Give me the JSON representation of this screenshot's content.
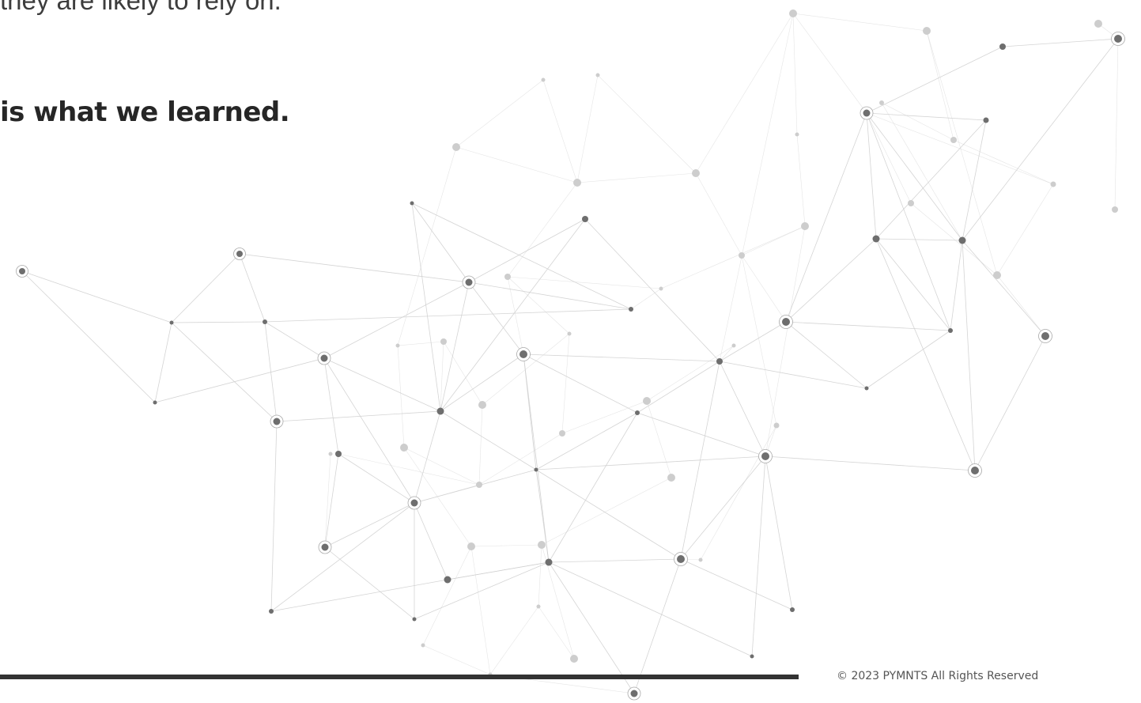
{
  "body": {
    "intro_fragment": "they are likely to rely on.",
    "lead_heading": "is what we learned."
  },
  "decoration": {
    "line_color": "#d0d0d0",
    "node_dark_color": "#6e6e6e",
    "node_light_color": "#cdcdcd"
  },
  "footer": {
    "rule_color": "#333333",
    "copyright": "© 2023 PYMNTS All Rights Reserved"
  }
}
